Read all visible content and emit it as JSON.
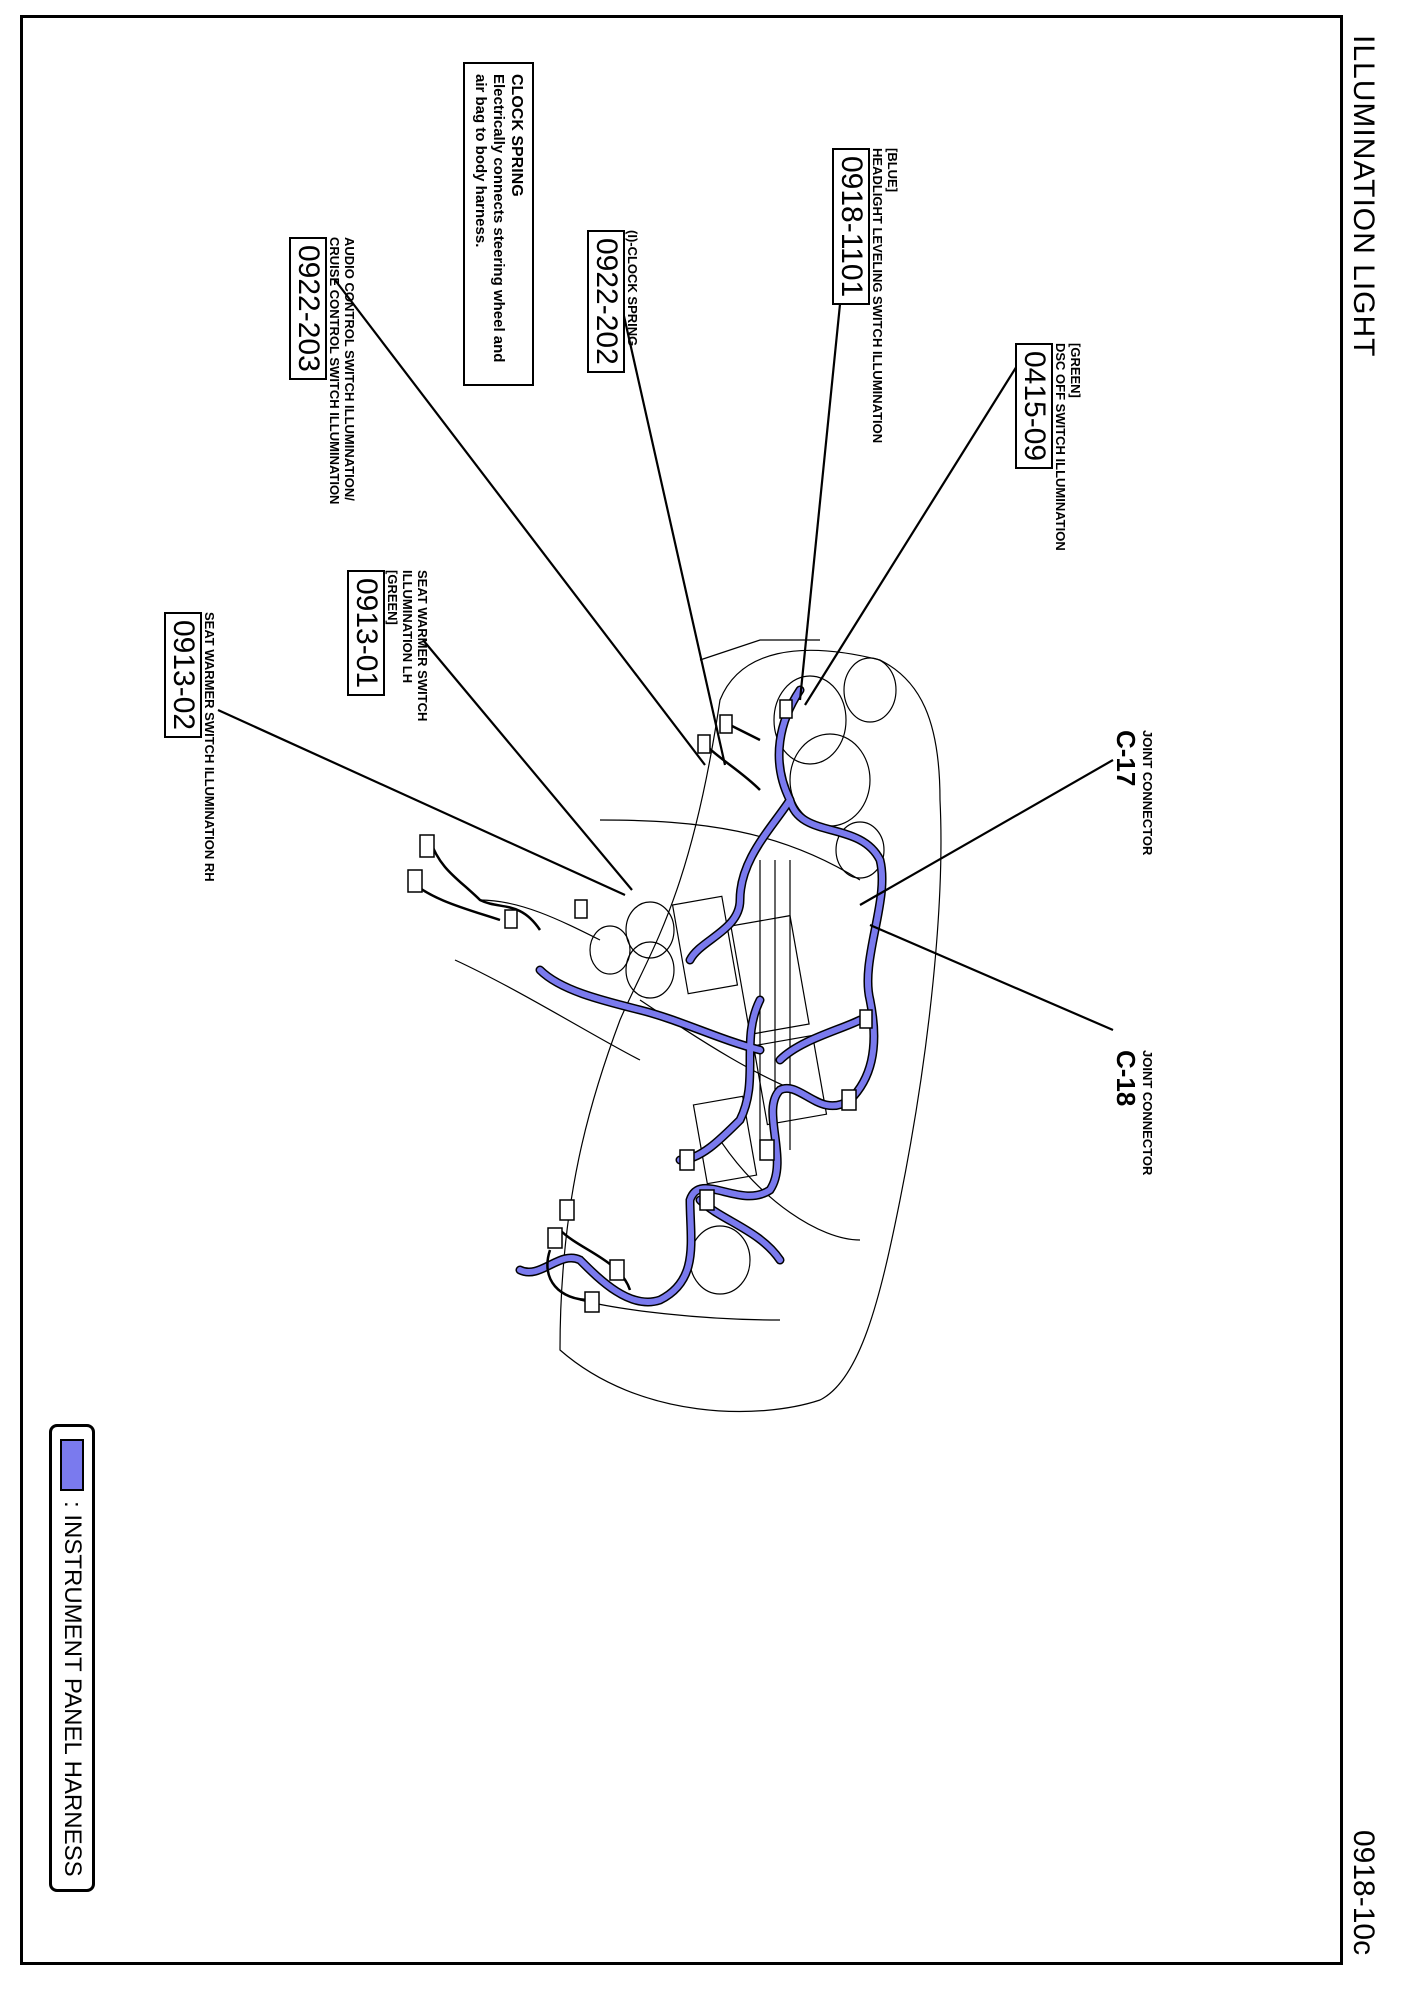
{
  "page": {
    "title": "ILLUMINATION LIGHT",
    "page_number": "0918-10c"
  },
  "callouts": [
    {
      "id": "0918-1101",
      "lines": [
        "[BLUE]",
        "HEADLIGHT LEVELING SWITCH ILLUMINATION"
      ]
    },
    {
      "id": "0415-09",
      "lines": [
        "[GREEN]",
        "DSC OFF SWITCH ILLUMINATION"
      ]
    },
    {
      "id": "0922-202",
      "lines": [
        "(I)-CLOCK SPRING"
      ]
    },
    {
      "id": "0922-203",
      "lines": [
        "AUDIO CONTROL SWITCH ILLUMINATION/",
        "CRUISE CONTROL SWITCH ILLUMINATION"
      ]
    },
    {
      "id": "0913-01",
      "lines": [
        "SEAT WARMER SWITCH",
        "ILLUMINATION LH",
        "[GREEN]"
      ]
    },
    {
      "id": "0913-02",
      "lines": [
        "SEAT WARMER SWITCH ILLUMINATION RH"
      ]
    }
  ],
  "clock_spring": {
    "heading": "CLOCK SPRING",
    "description": "Electrically connects steering wheel and air bag to body harness."
  },
  "joint_connectors": [
    {
      "label": "JOINT CONNECTOR",
      "code": "C-17"
    },
    {
      "label": "JOINT CONNECTOR",
      "code": "C-18"
    }
  ],
  "legend": {
    "text": ": INSTRUMENT PANEL HARNESS",
    "color": "#7a7aee"
  },
  "colors": {
    "harness": "#7a7aee",
    "outline": "#000000"
  }
}
